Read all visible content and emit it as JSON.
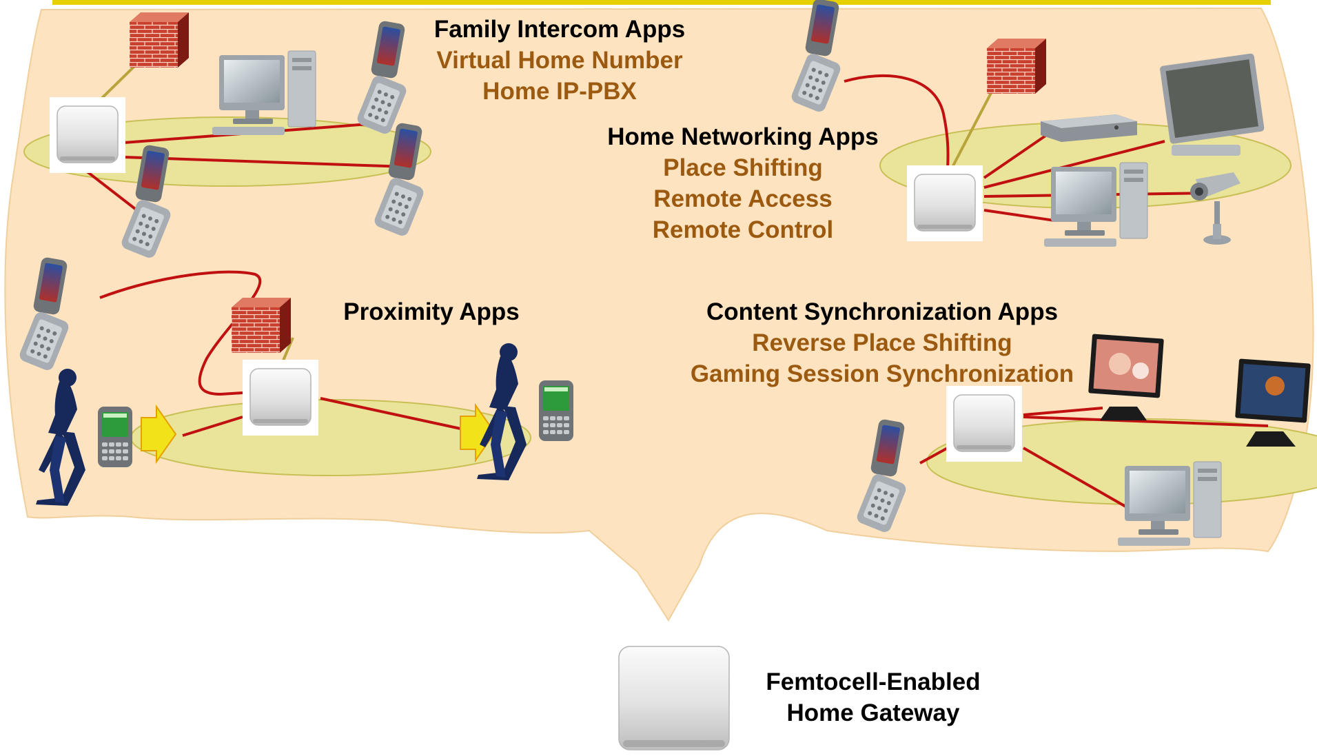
{
  "colors": {
    "cloud_fill": "#fde3c0",
    "cloud_stroke": "#f0cf9c",
    "ellipse_fill": "#e9e49a",
    "ellipse_stroke": "#c8bf55",
    "link": "#c01010",
    "uplink": "#b8a43a",
    "top_bar": "#e6d000",
    "firewall": "#c0392b",
    "arrow": "#f2e21a",
    "heading_text": "#000000",
    "app_text": "#9c5a10"
  },
  "groups": {
    "family": {
      "heading": "Family Intercom Apps",
      "apps": [
        "Virtual Home Number",
        "Home IP-PBX"
      ]
    },
    "home_networking": {
      "heading": "Home Networking Apps",
      "apps": [
        "Place Shifting",
        "Remote Access",
        "Remote Control"
      ]
    },
    "proximity": {
      "heading": "Proximity Apps"
    },
    "content_sync": {
      "heading": "Content Synchronization Apps",
      "apps": [
        "Reverse Place Shifting",
        "Gaming Session Synchronization"
      ]
    }
  },
  "gateway": {
    "line1": "Femtocell-Enabled",
    "line2": "Home Gateway"
  },
  "icons": [
    "femtocell-icon",
    "firewall-icon",
    "flip-phone-icon",
    "pda-phone-icon",
    "desktop-computer-icon",
    "flat-monitor-icon",
    "set-top-box-icon",
    "security-camera-icon",
    "walking-person-icon",
    "arrow-right-icon",
    "arrow-down-icon"
  ]
}
